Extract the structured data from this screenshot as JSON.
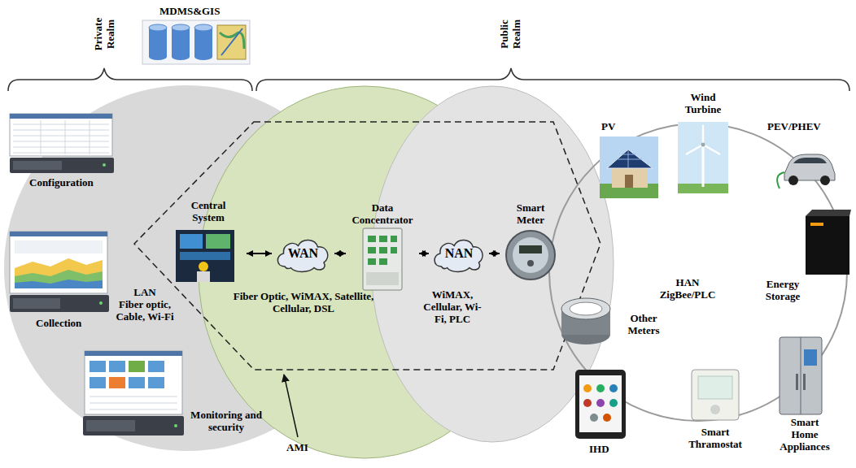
{
  "diagram": {
    "nodes": [
      {
        "text": [
          "LAN",
          "Fiber optic, Cable, Wi-Fi"
        ]
      },
      {
        "text": [
          "Fiber Optic, WiMAX, Satellite, Cellular, DSL"
        ]
      },
      {
        "text": [
          "WiMAX, Cellular, Wi-Fi, PLC"
        ]
      },
      {
        "text": [
          "HAN",
          "ZigBee/PLC"
        ]
      },
      {
        "text": [
          "Central System"
        ]
      },
      {
        "text": [
          "WAN"
        ],
        "in": 1
      },
      {
        "text": [
          "Data Concentrator"
        ]
      },
      {
        "text": [
          "NAN"
        ],
        "in": 2
      },
      {
        "text": [
          "Smart Meter"
        ]
      }
    ],
    "edges": [
      {
        "from": 4,
        "to": 5,
        "arrow": "both"
      },
      {
        "from": 5,
        "to": 6,
        "arrow": "both"
      },
      {
        "from": 6,
        "to": 7,
        "arrow": "both"
      },
      {
        "from": 7,
        "to": 8,
        "arrow": "both"
      }
    ],
    "labels": [
      "Private Realm",
      "Public Realm",
      "MDMS&GIS",
      "Configuration",
      "Collection",
      "Monitoring and security",
      "PV",
      "Wind Turbine",
      "PEV/PHEV",
      "Energy Storage",
      "Smart Home Appliances",
      "Smart Thramostat",
      "IHD",
      "Other Meters",
      "AMI"
    ]
  }
}
